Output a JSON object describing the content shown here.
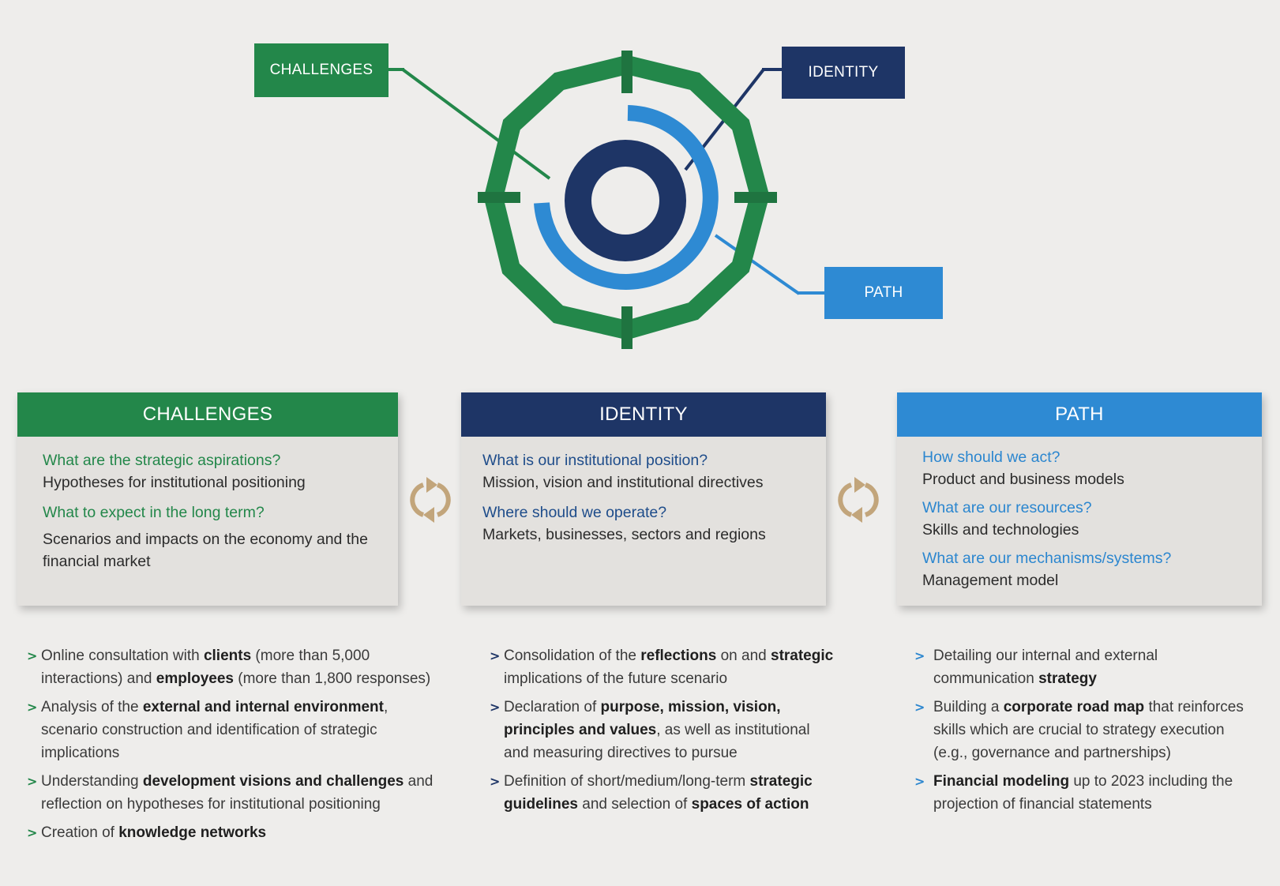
{
  "colors": {
    "challenges": "#23874a",
    "identity": "#1e3566",
    "path": "#2e8ad3",
    "cycle": "#c2a57b",
    "background": "#eeedeb"
  },
  "diagram": {
    "challenges_tag": "CHALLENGES",
    "identity_tag": "IDENTITY",
    "path_tag": "PATH"
  },
  "cards": {
    "challenges": {
      "title": "CHALLENGES",
      "q1": "What are the strategic aspirations?",
      "a1": "Hypotheses for institutional positioning",
      "q2": "What to expect in the long term?",
      "a2": "Scenarios and impacts on the economy and the financial market"
    },
    "identity": {
      "title": "IDENTITY",
      "q1": "What is our institutional position?",
      "a1": "Mission, vision and institutional directives",
      "q2": "Where should we operate?",
      "a2": "Markets, businesses, sectors and regions"
    },
    "path": {
      "title": "PATH",
      "q1": "How should we act?",
      "a1": "Product and business models",
      "q2": "What are our resources?",
      "a2": "Skills and technologies",
      "q3": "What are our mechanisms/systems?",
      "a3": "Management model"
    }
  },
  "lists": {
    "challenges": [
      [
        "Online consultation with ",
        "clients",
        " (more than 5,000 interactions) and ",
        "employees",
        " (more than 1,800 responses)"
      ],
      [
        "Analysis of the ",
        "external and internal environment",
        ", scenario construction and identification of strategic implications"
      ],
      [
        "Understanding ",
        "development visions and challenges",
        " and reflection on hypotheses for institutional positioning"
      ],
      [
        "Creation of ",
        "knowledge networks",
        ""
      ]
    ],
    "identity": [
      [
        "Consolidation of the ",
        "reflections",
        " on and ",
        "strategic",
        " implications of the future scenario"
      ],
      [
        "Declaration of ",
        "purpose, mission, vision, principles and values",
        ", as well as institutional and measuring directives to pursue"
      ],
      [
        "Definition of short/medium/long-term ",
        "strategic guidelines",
        " and selection of ",
        "spaces of action",
        ""
      ]
    ],
    "path": [
      [
        "Detailing our internal and external communication ",
        "strategy",
        ""
      ],
      [
        "Building a ",
        "corporate road map",
        " that reinforces skills which are crucial to strategy execution (e.g., governance and partnerships)"
      ],
      [
        "",
        "Financial modeling",
        " up to 2023 including the projection of financial statements"
      ]
    ]
  }
}
